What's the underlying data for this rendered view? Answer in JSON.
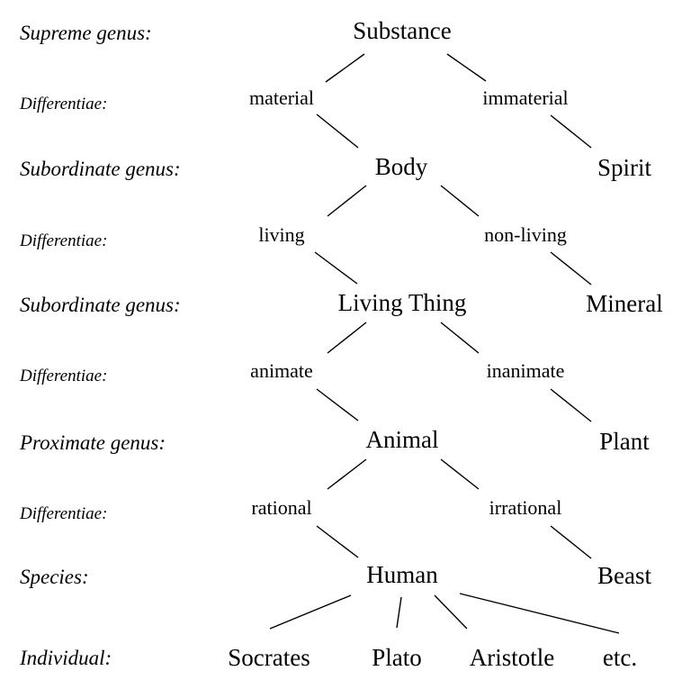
{
  "level_labels": {
    "supreme_genus": "Supreme genus:",
    "differentiae_1": "Differentiae:",
    "subordinate_genus_1": "Subordinate genus:",
    "differentiae_2": "Differentiae:",
    "subordinate_genus_2": "Subordinate genus:",
    "differentiae_3": "Differentiae:",
    "proximate_genus": "Proximate genus:",
    "differentiae_4": "Differentiae:",
    "species": "Species:",
    "individual": "Individual:"
  },
  "nodes": {
    "substance": "Substance",
    "material": "material",
    "immaterial": "immaterial",
    "body": "Body",
    "spirit": "Spirit",
    "living": "living",
    "non_living": "non-living",
    "living_thing": "Living Thing",
    "mineral": "Mineral",
    "animate": "animate",
    "inanimate": "inanimate",
    "animal": "Animal",
    "plant": "Plant",
    "rational": "rational",
    "irrational": "irrational",
    "human": "Human",
    "beast": "Beast",
    "socrates": "Socrates",
    "plato": "Plato",
    "aristotle": "Aristotle",
    "etc": "etc."
  }
}
